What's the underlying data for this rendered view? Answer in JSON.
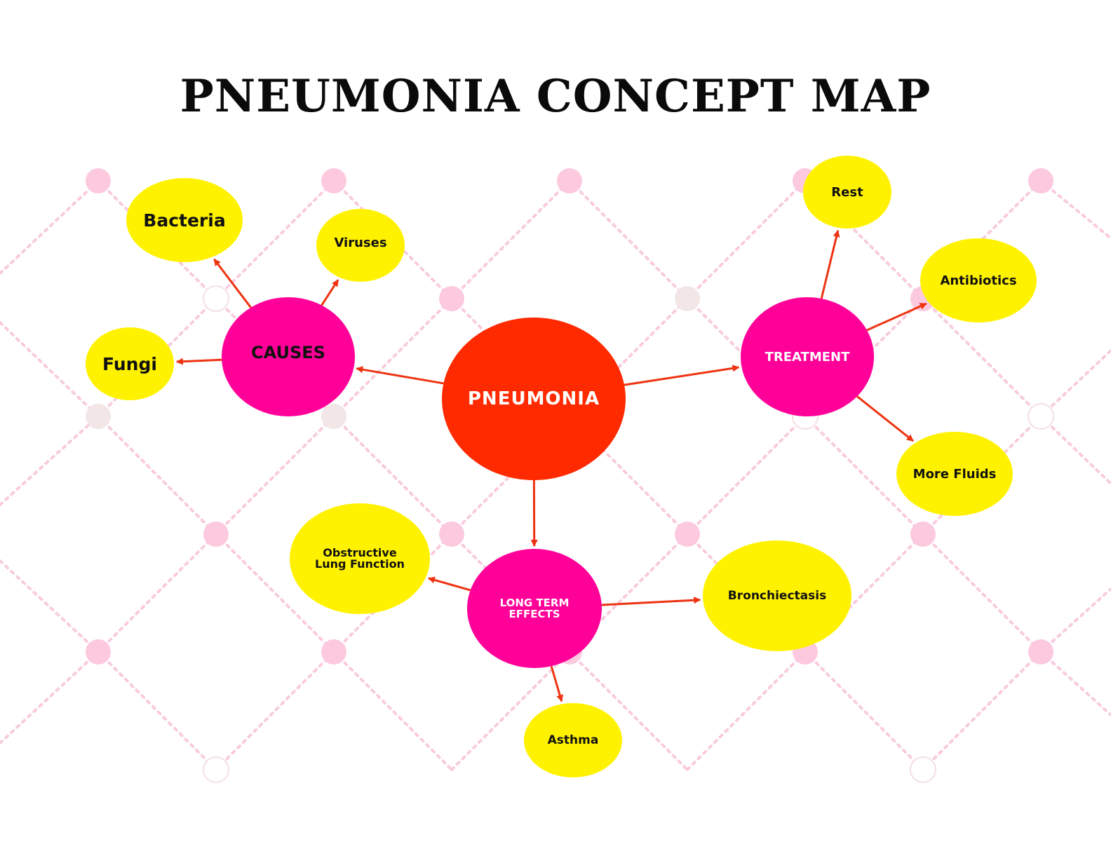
{
  "title": "PNEUMONIA CONCEPT MAP",
  "colors": {
    "root": "#ff2a00",
    "hub": "#ff0099",
    "leaf": "#fff200",
    "arrow": "#ee3311",
    "pattern": "#f7bfd6"
  },
  "nodes": {
    "pneumonia": "PNEUMONIA",
    "causes": "CAUSES",
    "treatment": "TREATMENT",
    "long_term_effects": "LONG TERM\nEFFECTS",
    "bacteria": "Bacteria",
    "viruses": "Viruses",
    "fungi": "Fungi",
    "rest": "Rest",
    "antibiotics": "Antibiotics",
    "more_fluids": "More Fluids",
    "obstructive_lung_function": "Obstructive\nLung Function",
    "bronchiectasis": "Bronchiectasis",
    "asthma": "Asthma"
  },
  "edges": [
    [
      "pneumonia",
      "causes"
    ],
    [
      "pneumonia",
      "treatment"
    ],
    [
      "pneumonia",
      "long_term_effects"
    ],
    [
      "causes",
      "bacteria"
    ],
    [
      "causes",
      "viruses"
    ],
    [
      "causes",
      "fungi"
    ],
    [
      "treatment",
      "rest"
    ],
    [
      "treatment",
      "antibiotics"
    ],
    [
      "treatment",
      "more_fluids"
    ],
    [
      "long_term_effects",
      "obstructive_lung_function"
    ],
    [
      "long_term_effects",
      "bronchiectasis"
    ],
    [
      "long_term_effects",
      "asthma"
    ]
  ]
}
